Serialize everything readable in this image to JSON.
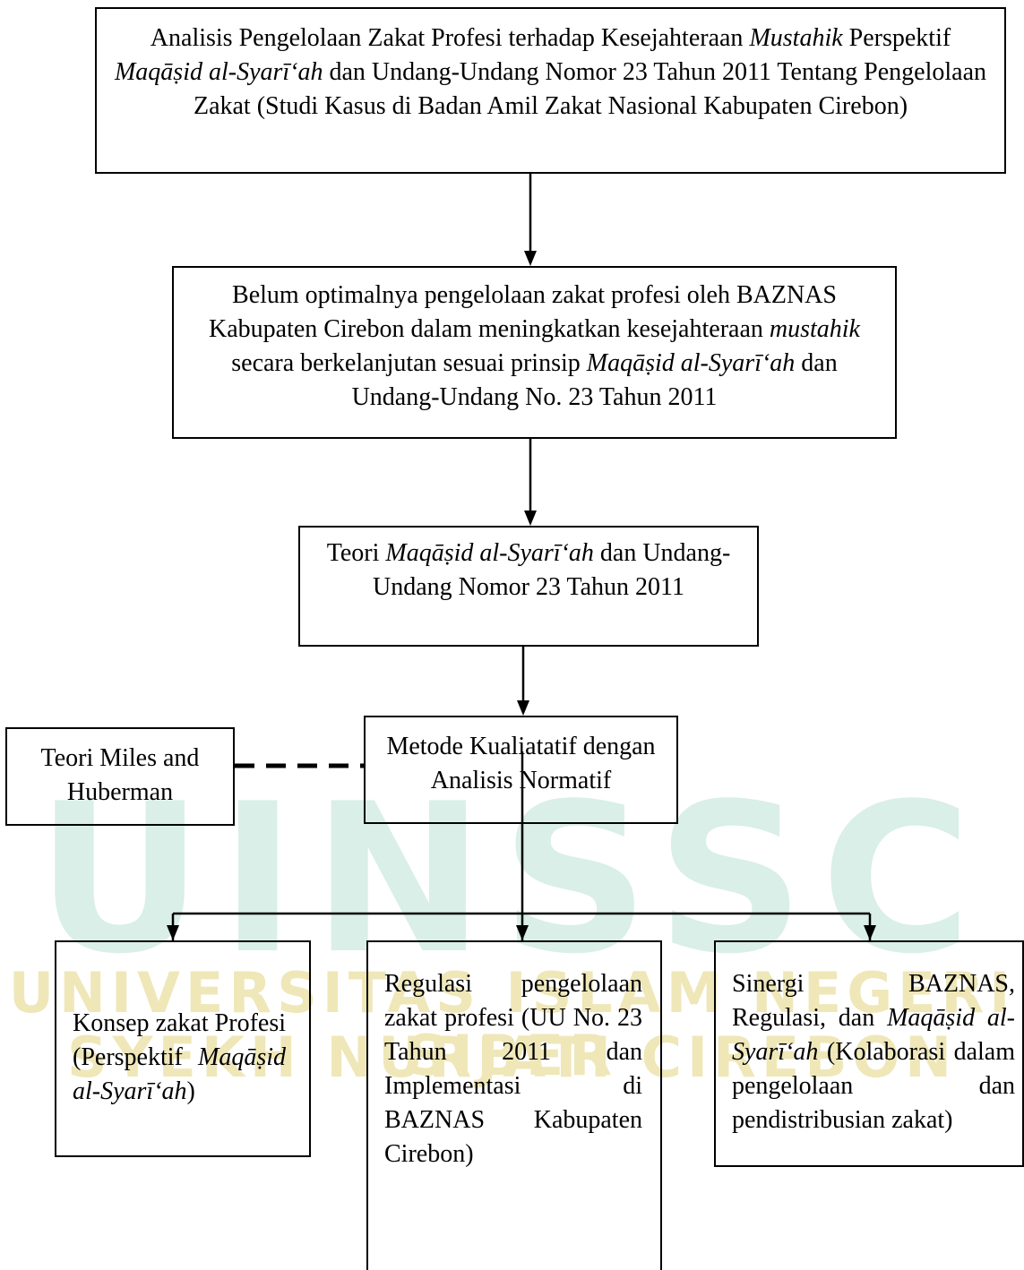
{
  "watermark": {
    "big": "UINSSC",
    "line1": "UNIVERSITAS ISLAM NEGERI SIBER",
    "line2": "SYEKH NURJATI CIREBON"
  },
  "boxes": {
    "top": {
      "t1": "Analisis Pengelolaan Zakat Profesi terhadap Kesejahteraan ",
      "t2": "Mustahik",
      "t3": " Perspektif ",
      "t4": "Maqāṣid al-Syarī‘ah",
      "t5": " dan Undang-Undang Nomor 23 Tahun 2011 Tentang Pengelolaan Zakat (Studi Kasus di Badan Amil Zakat Nasional Kabupaten Cirebon)"
    },
    "problem": {
      "t1": "Belum optimalnya pengelolaan zakat profesi oleh BAZNAS Kabupaten Cirebon dalam meningkatkan kesejahteraan ",
      "t2": "mustahik",
      "t3": " secara berkelanjutan sesuai prinsip ",
      "t4": "Maqāṣid al-Syarī‘ah",
      "t5": " dan Undang-Undang No. 23 Tahun 2011"
    },
    "theory": {
      "t1": "Teori ",
      "t2": "Maqāṣid al-Syarī‘ah",
      "t3": " dan Undang-Undang Nomor 23 Tahun 2011"
    },
    "method": {
      "t1": "Metode Kualiatatif dengan Analisis Normatif"
    },
    "side": {
      "t1": "Teori Miles and Huberman"
    },
    "left": {
      "t1": "Konsep zakat Profesi (Perspektif ",
      "t2": "Maqāṣid al-Syarī‘ah",
      "t3": ")"
    },
    "middle": {
      "t1": "Regulasi pengelolaan zakat profesi (UU No. 23 Tahun 2011 dan Implementasi di BAZNAS Kabupaten Cirebon)"
    },
    "right": {
      "t1": "Sinergi BAZNAS, Regulasi, dan ",
      "t2": "Maqāṣid al-Syarī‘ah",
      "t3": " (Kolaborasi dalam pengelolaan dan pendistribusian zakat)"
    }
  }
}
